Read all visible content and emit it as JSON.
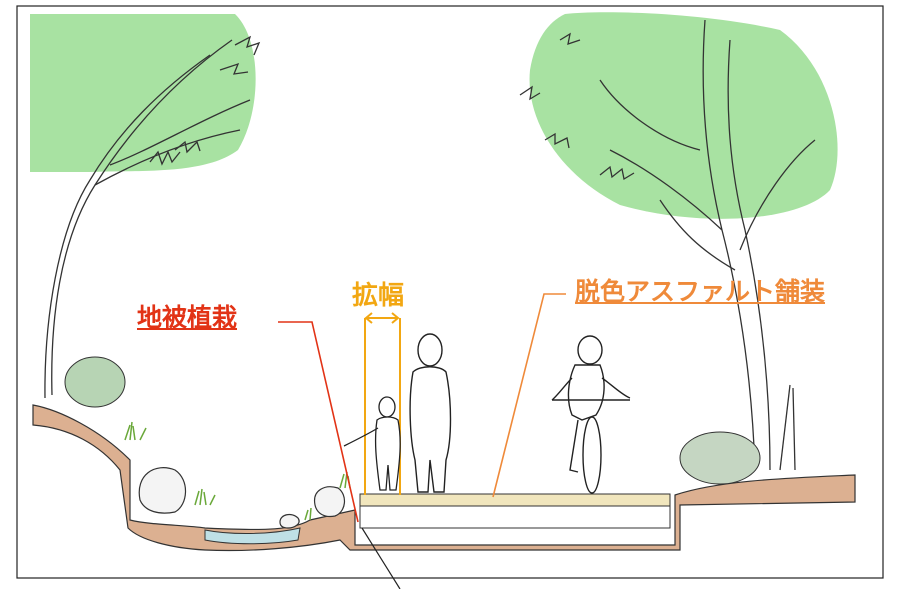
{
  "labels": {
    "ground_planting": "地被植栽",
    "widening": "拡幅",
    "asphalt_paving": "脱色アスファルト舗装"
  },
  "colors": {
    "ground_planting": "#e23316",
    "widening": "#f2a712",
    "asphalt_paving": "#ef8a3a",
    "tree_canopy": "#a8e2a2",
    "soil": "#dcb091",
    "pavement": "#f1e6bd",
    "water": "#bfe0e6"
  },
  "icons": [
    "tree",
    "shrub",
    "rock",
    "person-adult",
    "person-child",
    "cyclist",
    "fence-post"
  ]
}
